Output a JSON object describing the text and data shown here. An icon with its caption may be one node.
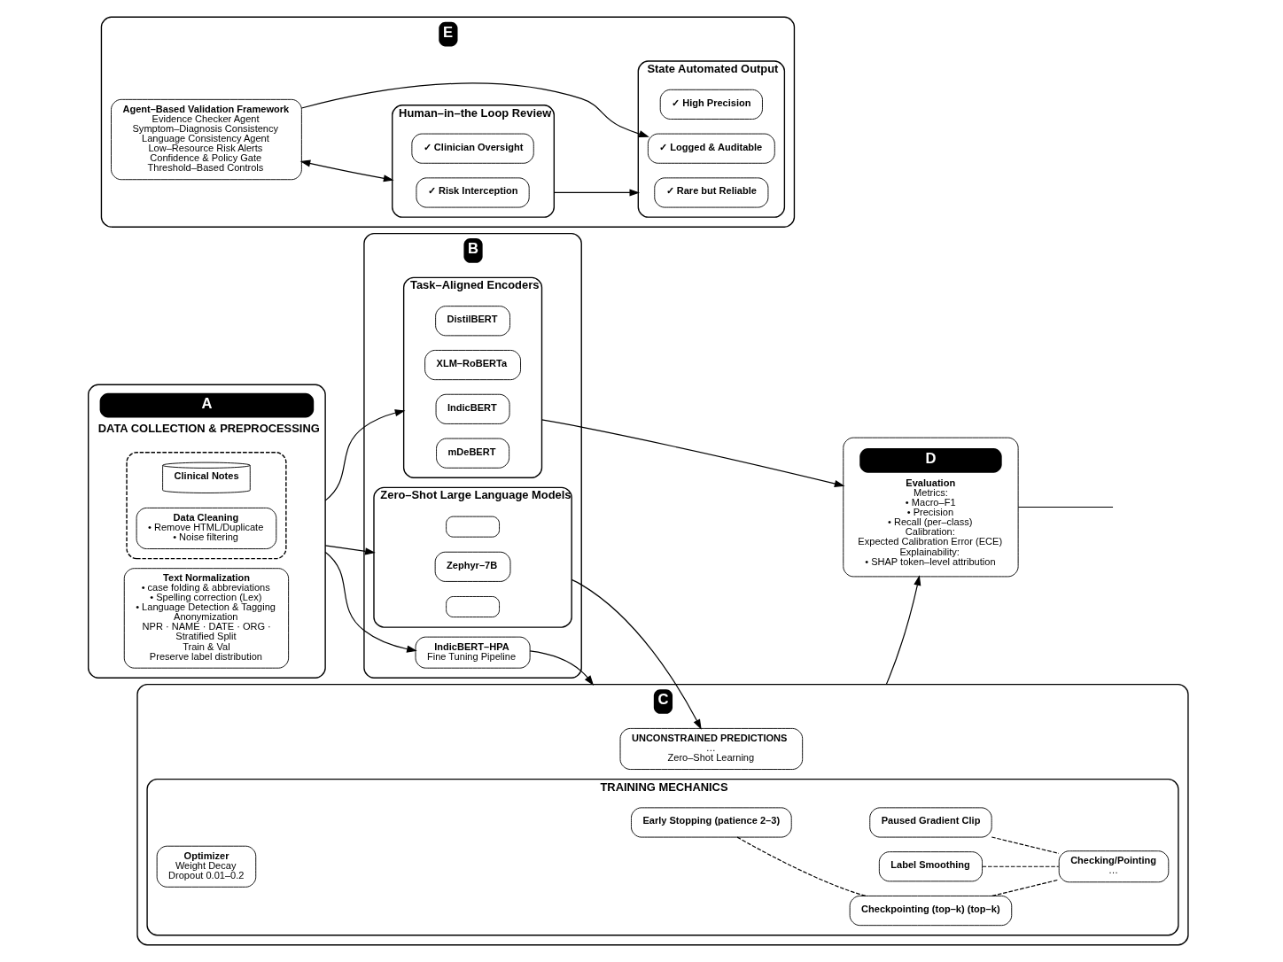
{
  "diagram": {
    "nodes": [
      {
        "text": [
          "A",
          "DATA COLLECTION & PREPROCESSING"
        ]
      },
      {
        "text": [],
        "shape": "box",
        "in": 0
      },
      {
        "text": [
          "Clinical Notes"
        ],
        "in": 1
      },
      {
        "text": [
          "Data Cleaning",
          "• Remove HTML/Duplicate",
          "• Noise filtering"
        ],
        "in": 1
      },
      {
        "text": [
          "Text Normalization",
          "• case folding & abbreviations",
          "• Spelling correction (Lex)",
          "• Language Detection & Tagging",
          "Anonymization",
          "NPR · NAME · DATE · ORG ·",
          "Stratified Split",
          "Train & Val",
          "Preserve label distribution"
        ],
        "in": 0
      },
      {
        "text": [
          "B"
        ]
      },
      {
        "text": [
          "Task–Aligned Encoders"
        ],
        "in": 5
      },
      {
        "text": [
          "DistilBERT"
        ],
        "in": 6
      },
      {
        "text": [
          "XLM–RoBERTa"
        ],
        "in": 6
      },
      {
        "text": [
          "IndicBERT"
        ],
        "in": 6
      },
      {
        "text": [
          "mDeBERT"
        ],
        "in": 6
      },
      {
        "text": [
          "IndicBERT–HPA",
          "Fine Tuning Pipeline"
        ],
        "in": 5
      },
      {
        "text": [
          "Zero–Shot Large Language Models"
        ],
        "in": 5
      },
      {
        "text": [],
        "shape": "box",
        "in": 12
      },
      {
        "text": [
          "Zephyr–7B"
        ],
        "in": 12
      },
      {
        "text": [],
        "shape": "box",
        "in": 12
      },
      {
        "text": [
          "C"
        ]
      },
      {
        "text": [
          "TRAINING MECHANICS"
        ],
        "in": 16
      },
      {
        "text": [
          "Optimizer",
          "Weight Decay",
          "Dropout 0.01–0.2"
        ],
        "in": 17
      },
      {
        "text": [
          "Paused Gradient Clip"
        ],
        "in": 17
      },
      {
        "text": [
          "Label Smoothing"
        ],
        "in": 17
      },
      {
        "text": [
          "Early Stopping (patience 2–3)"
        ],
        "in": 17
      },
      {
        "text": [
          "Checkpointing (top–k) (top–k)"
        ],
        "in": 17
      },
      {
        "text": [
          "Checking/Pointing",
          "…"
        ],
        "in": 17
      },
      {
        "text": [
          "UNCONSTRAINED PREDICTIONS",
          "…",
          "Zero–Shot Learning"
        ],
        "in": 16
      },
      {
        "text": [
          "D",
          "Evaluation",
          "Metrics:",
          "• Macro–F1",
          "• Precision",
          "• Recall (per–class)",
          "Calibration:",
          "Expected Calibration Error (ECE)",
          "Explainability:",
          "• SHAP token–level attribution"
        ]
      },
      {
        "text": [
          "E"
        ]
      },
      {
        "text": [
          "Agent–Based Validation Framework",
          "Evidence Checker Agent",
          "Symptom–Diagnosis Consistency",
          "Language Consistency Agent",
          "Low–Resource Risk Alerts",
          "Confidence & Policy Gate",
          "Threshold–Based Controls"
        ],
        "in": 26
      },
      {
        "text": [
          "Human–in–the Loop Review"
        ],
        "in": 26
      },
      {
        "text": [
          "✓ Clinician Oversight"
        ],
        "in": 28
      },
      {
        "text": [
          "✓ Risk Interception"
        ],
        "in": 28
      },
      {
        "text": [
          "State Automated Output"
        ],
        "in": 26
      },
      {
        "text": [
          "✓ High Precision"
        ],
        "in": 31
      },
      {
        "text": [
          "✓ Rare but Reliable"
        ],
        "in": 31
      },
      {
        "text": [
          "✓ Logged & Auditable"
        ],
        "in": 31
      }
    ],
    "edges": [
      {
        "from": 0,
        "to": 6,
        "arrow": "to"
      },
      {
        "from": 0,
        "to": 11,
        "arrow": "to"
      },
      {
        "from": 0,
        "to": 12,
        "arrow": "to"
      },
      {
        "from": 6,
        "to": 25,
        "arrow": "to"
      },
      {
        "from": 11,
        "to": 16,
        "arrow": "to"
      },
      {
        "from": 12,
        "to": 24,
        "arrow": "to"
      },
      {
        "from": 16,
        "to": 25,
        "arrow": "to"
      },
      {
        "from": 25,
        "to": null,
        "arrow": "none"
      },
      {
        "from": 19,
        "to": 23,
        "arrow": "none",
        "style": "dashed"
      },
      {
        "from": 20,
        "to": 23,
        "arrow": "none",
        "style": "dashed"
      },
      {
        "from": 21,
        "to": 22,
        "arrow": "none",
        "style": "dashed"
      },
      {
        "from": 22,
        "to": 23,
        "arrow": "none",
        "style": "dashed"
      },
      {
        "from": 27,
        "to": 28,
        "arrow": "both"
      },
      {
        "from": 28,
        "to": 31,
        "arrow": "to"
      },
      {
        "from": 27,
        "to": 34,
        "arrow": "to"
      }
    ]
  }
}
